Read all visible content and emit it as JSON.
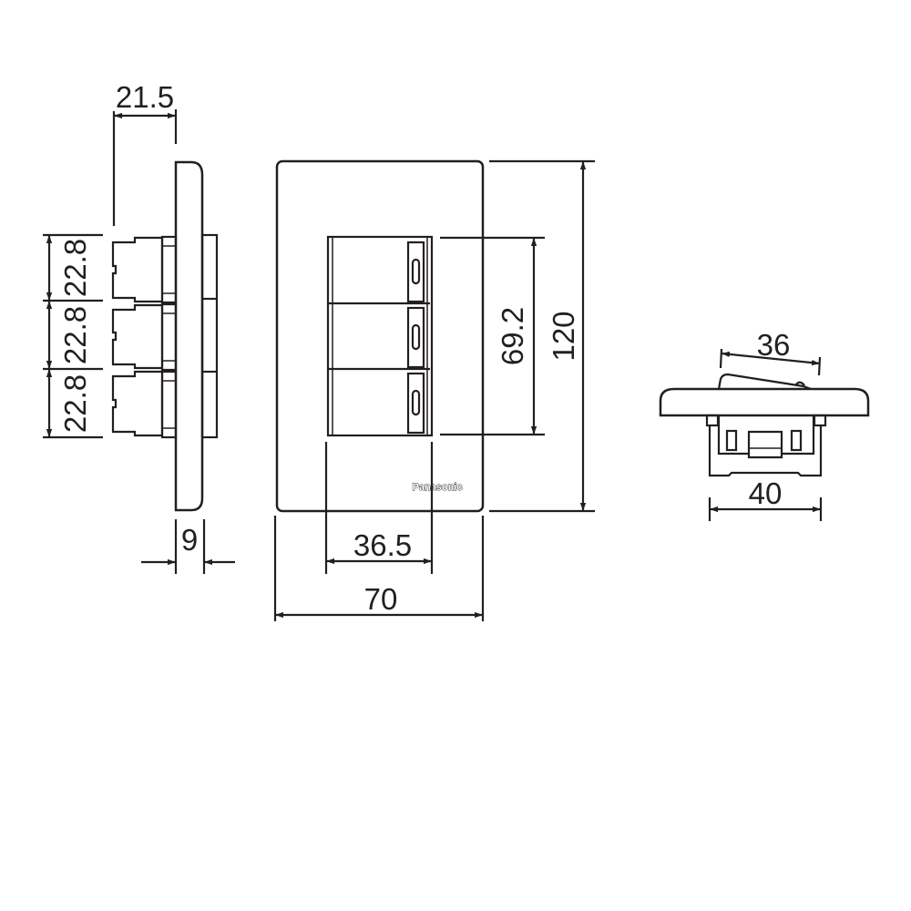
{
  "brand": "Panasonic",
  "side_view": {
    "depth_total": "21.5",
    "plate_thickness": "9",
    "module_pitches": [
      "22.8",
      "22.8",
      "22.8"
    ]
  },
  "front_view": {
    "module_width": "36.5",
    "plate_width": "70",
    "module_height": "69.2",
    "plate_height": "120"
  },
  "top_view": {
    "rocker_length": "36",
    "body_width": "40"
  },
  "colors": {
    "line": "#231f20",
    "background": "#ffffff"
  }
}
